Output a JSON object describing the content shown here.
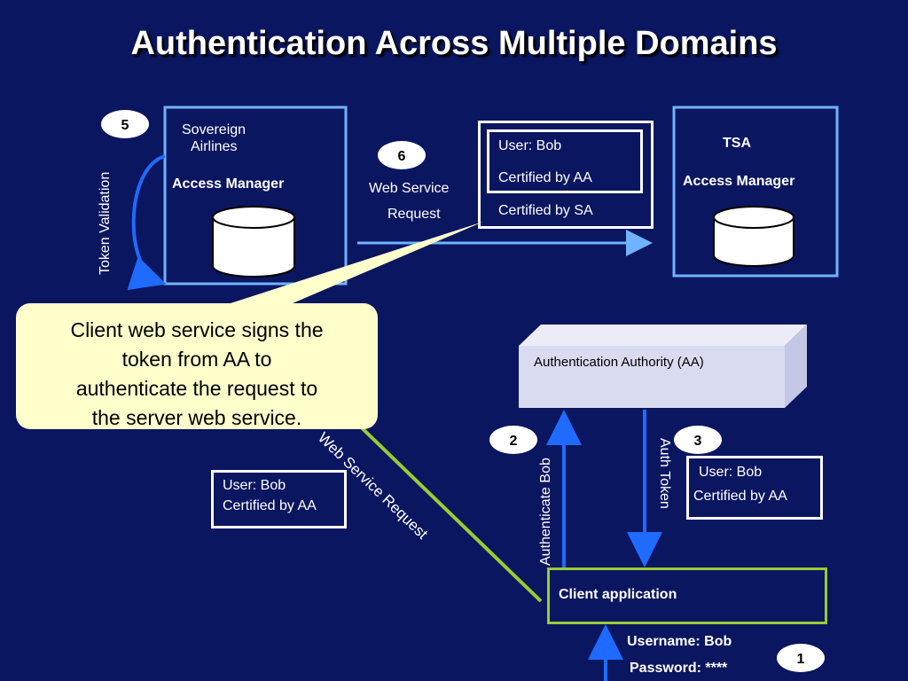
{
  "title": "Authentication Across Multiple Domains",
  "sovereign": {
    "name_line1": "Sovereign",
    "name_line2": "Airlines",
    "access_manager": "Access Manager"
  },
  "tsa": {
    "name": "TSA",
    "access_manager": "Access Manager"
  },
  "steps": {
    "s1": "1",
    "s2": "2",
    "s3": "3",
    "s5": "5",
    "s6": "6"
  },
  "labels": {
    "token_validation": "Token Validation",
    "web_service_line1": "Web Service",
    "web_service_line2": "Request",
    "web_service_request_diag": "Web Service Request",
    "authenticate_bob": "Authenticate Bob",
    "auth_token": "Auth Token",
    "username": "Username: Bob",
    "password": "Password: ****"
  },
  "token_signed": {
    "user": "User: Bob",
    "cert_aa": "Certified by AA",
    "cert_sa": "Certified by SA"
  },
  "token_left": {
    "user": "User: Bob",
    "cert_aa": "Certified by AA"
  },
  "token_right": {
    "user": "User: Bob",
    "cert_aa": "Certified by AA"
  },
  "aa": {
    "name": "Authentication Authority (AA)"
  },
  "client": {
    "name": "Client application"
  },
  "callout": {
    "line1": "Client web service signs the",
    "line2": "token from AA  to",
    "line3": "authenticate the request to",
    "line4": "the server web service."
  },
  "colors": {
    "background": "#0b1660",
    "box_border": "#6fb3ff",
    "arrow_blue": "#1f6bff",
    "green": "#99cc33",
    "callout_fill": "#ffffcc"
  }
}
